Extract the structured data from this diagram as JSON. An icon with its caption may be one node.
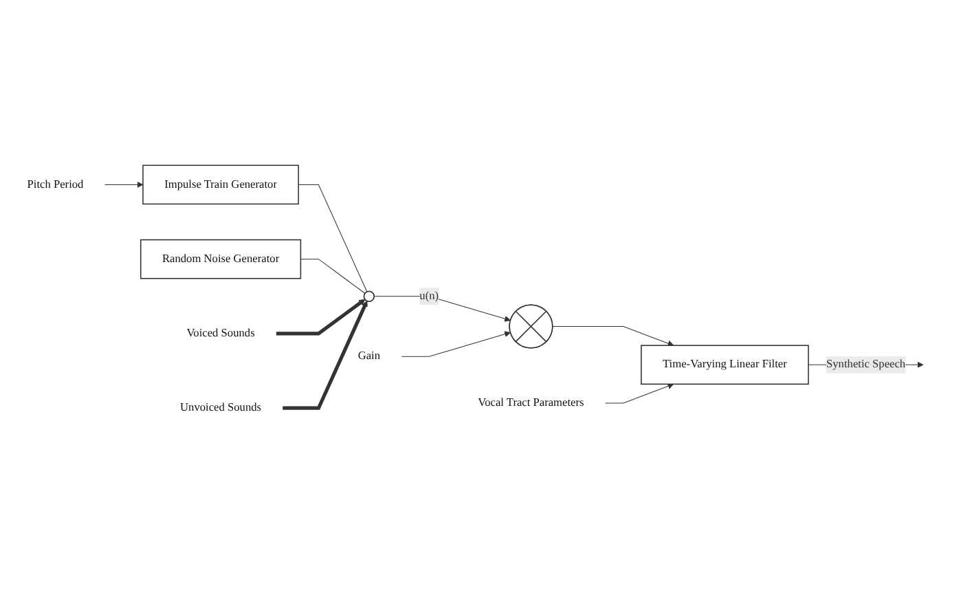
{
  "diagram": {
    "nodes": [
      {
        "text": [
          "Pitch Period"
        ]
      },
      {
        "text": [
          "Voiced Sounds"
        ]
      },
      {
        "text": [
          "Impulse Train Generator"
        ]
      },
      {
        "text": [],
        "shape": "circle"
      },
      {
        "text": [],
        "shape": "circle"
      },
      {
        "text": [
          "Vocal Tract Parameters"
        ]
      },
      {
        "text": [
          "Time-Varying Linear Filter"
        ]
      },
      {
        "text": [
          "Random Noise Generator"
        ]
      },
      {
        "text": [
          "Gain"
        ]
      },
      {
        "text": [
          "Unvoiced Sounds"
        ]
      }
    ],
    "edges": [
      {
        "from": 0,
        "to": 2,
        "arrow": "to"
      },
      {
        "from": 2,
        "to": 3,
        "arrow": "none"
      },
      {
        "from": 7,
        "to": 3,
        "arrow": "none"
      },
      {
        "from": 1,
        "to": 3,
        "arrow": "to",
        "style": "thick"
      },
      {
        "from": 9,
        "to": 3,
        "arrow": "to",
        "style": "thick"
      },
      {
        "from": 3,
        "to": 4,
        "arrow": "to",
        "label": "u(n)"
      },
      {
        "from": 8,
        "to": 4,
        "arrow": "to"
      },
      {
        "from": 4,
        "to": 6,
        "arrow": "to"
      },
      {
        "from": 5,
        "to": 6,
        "arrow": "to"
      },
      {
        "from": 6,
        "to": null,
        "arrow": "to",
        "label": "Synthetic Speech"
      }
    ]
  }
}
